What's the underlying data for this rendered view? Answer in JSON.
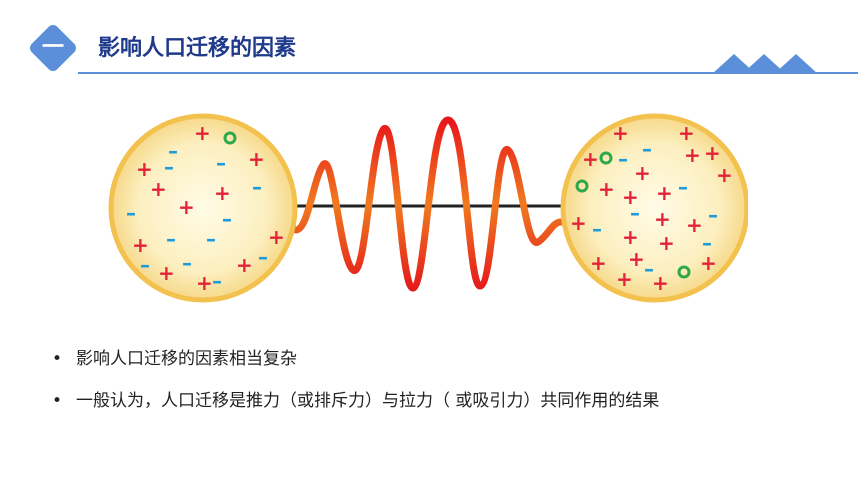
{
  "header": {
    "badge_label": "一",
    "title": "影响人口迁移的因素",
    "accent_color": "#5b8fd9",
    "title_color": "#1f3a8a"
  },
  "bullets": [
    "影响人口迁移的因素相当复杂",
    "一般认为，人口迁移是推力（或排斥力）与拉力（ 或吸引力）共同作用的结果"
  ]
}
